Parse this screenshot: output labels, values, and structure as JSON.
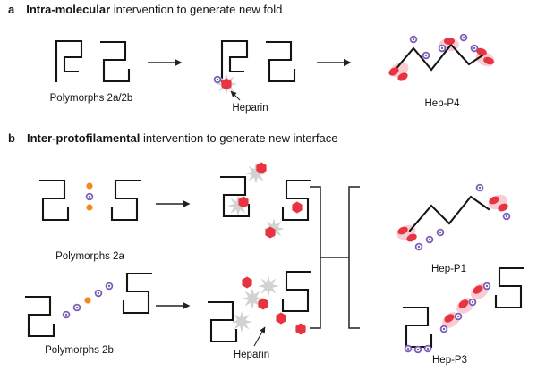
{
  "panel_a": {
    "letter": "a",
    "title_bold": "Intra-molecular",
    "title_rest": " intervention to generate new fold",
    "start_label": "Polymorphs 2a/2b",
    "heparin_label": "Heparin",
    "product_label": "Hep-P4"
  },
  "panel_b": {
    "letter": "b",
    "title_bold": "Inter-protofilamental",
    "title_rest": " intervention to generate new interface",
    "row1_label": "Polymorphs 2a",
    "row2_label": "Polymorphs 2b",
    "heparin_label": "Heparin",
    "product1_label": "Hep-P1",
    "product2_label": "Hep-P3"
  },
  "icons": {
    "heparin-hexagon-icon": "red hexagon",
    "starburst-icon": "grey starburst",
    "purple-ring-icon": "purple ring dot",
    "orange-dot-icon": "orange filled dot",
    "red-blob-icon": "red ellipse blob",
    "pink-halo": "pink translucent halo",
    "protofilament-fold": "black meander line",
    "arrow-right-icon": "black right arrow",
    "merge-bracket-icon": "square bracket pair"
  },
  "colors": {
    "red": "#e73440",
    "pink": "#f6aabb",
    "purple": "#7b5fb5",
    "orange": "#f28a1e",
    "grey": "#d2d2d2",
    "line": "#141414",
    "text": "#141414",
    "arrow": "#222222"
  }
}
